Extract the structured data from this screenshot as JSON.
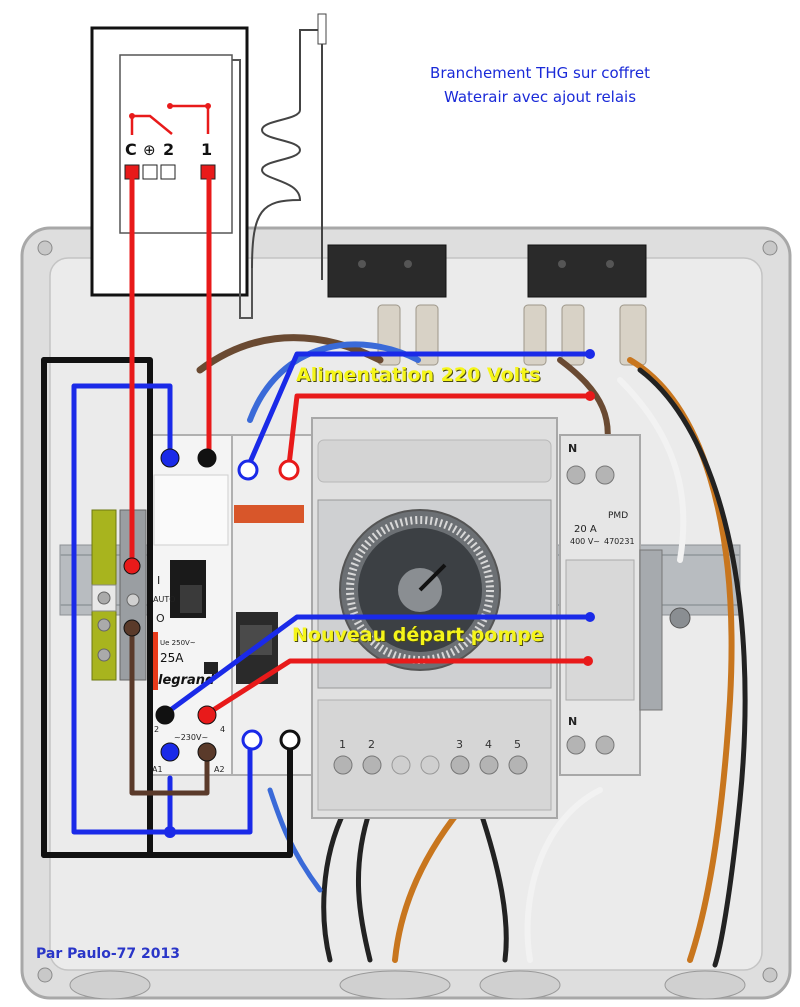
{
  "title": {
    "line1": "Branchement THG sur coffret",
    "line2": "Waterair avec ajout relais"
  },
  "callouts": {
    "supply": "Alimentation 220 Volts",
    "pump": "Nouveau départ pompe"
  },
  "credit": "Par Paulo-77 2013",
  "thermostat": {
    "terminal_c": "C",
    "terminal_earth": "⊕",
    "terminal_2": "2",
    "terminal_1": "1"
  },
  "contactor": {
    "brand": "legrand",
    "rating": "25A",
    "voltage_rating": "Ue 250V~",
    "coil_label": "~230V~",
    "auto_label": "AUTO",
    "on_label": "I",
    "off_label": "O",
    "terminal_a1": "A1",
    "terminal_a2": "A2",
    "terminal_2": "2",
    "terminal_4": "4"
  },
  "breaker": {
    "rating": "20 A",
    "voltage": "400 V~",
    "model": "470231",
    "type": "PMD",
    "neutral_top": "N",
    "neutral_bottom": "N"
  },
  "timer": {
    "terminals": [
      "1",
      "2",
      "3",
      "4",
      "5"
    ]
  },
  "colors": {
    "wire_blue": "#1a2ae8",
    "wire_red": "#e81a1a",
    "wire_black": "#111111",
    "wire_brown": "#5a3a2a",
    "callout_text": "#f5f51a",
    "title_text": "#1a2ad8"
  }
}
